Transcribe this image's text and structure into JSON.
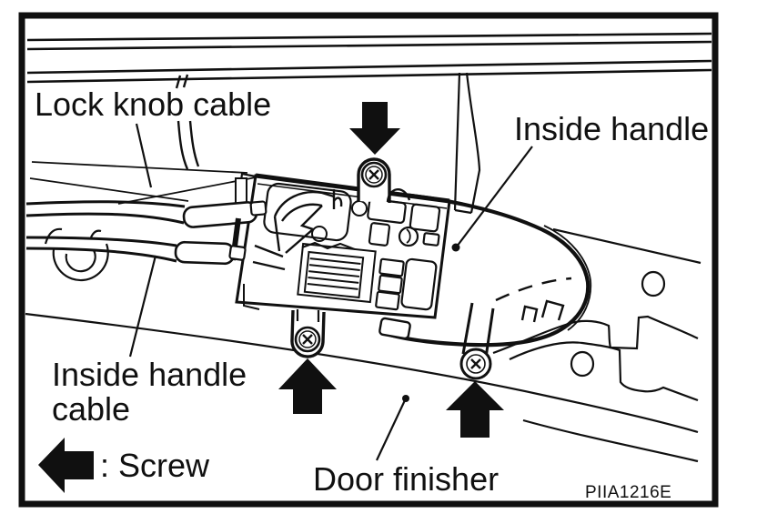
{
  "diagram": {
    "figure_code": "PIIA1216E",
    "colors": {
      "line": "#101010",
      "background": "#ffffff"
    },
    "labels": {
      "lock_knob_cable": "Lock knob cable",
      "inside_handle": "Inside handle",
      "inside_handle_cable_line1": "Inside handle",
      "inside_handle_cable_line2": "cable",
      "screw_legend": ": Screw",
      "door_finisher": "Door finisher"
    },
    "icons": {
      "screw_head": "phillips-screw-icon",
      "screw_pointer": "solid-arrow-icon",
      "legend_marker": "solid-left-arrow-icon"
    },
    "counts": {
      "screws_marked": 3
    }
  }
}
